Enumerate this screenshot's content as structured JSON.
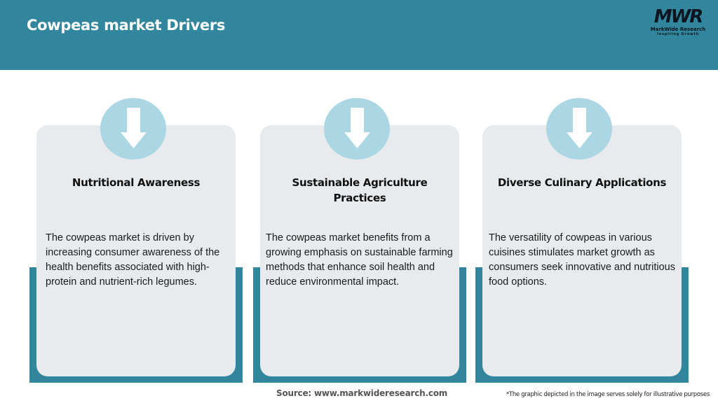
{
  "header": {
    "title": "Cowpeas market Drivers",
    "background_color": "#31869d"
  },
  "logo": {
    "mark": "MWR",
    "name": "MarkWide Research",
    "tagline": "Inspiring Growth"
  },
  "drivers": [
    {
      "icon": "down-arrow-icon",
      "title": "Nutritional Awareness",
      "text": "The cowpeas market is driven by increasing consumer awareness of the health benefits associated with high-protein and nutrient-rich legumes."
    },
    {
      "icon": "down-arrow-icon",
      "title": "Sustainable Agriculture Practices",
      "text": "The cowpeas market benefits from a growing emphasis on sustainable farming methods that enhance soil health and reduce environmental impact."
    },
    {
      "icon": "down-arrow-icon",
      "title": "Diverse Culinary Applications",
      "text": "The versatility of cowpeas in various cuisines stimulates market growth as consumers seek innovative and nutritious food options."
    }
  ],
  "colors": {
    "accent_teal": "#31869d",
    "card_bg": "#e8ebed",
    "circle_bg": "#abd6e3"
  },
  "footer": {
    "source": "Source: www.markwideresearch.com",
    "disclaimer": "*The graphic depicted in the image serves solely for illustrative purposes"
  }
}
